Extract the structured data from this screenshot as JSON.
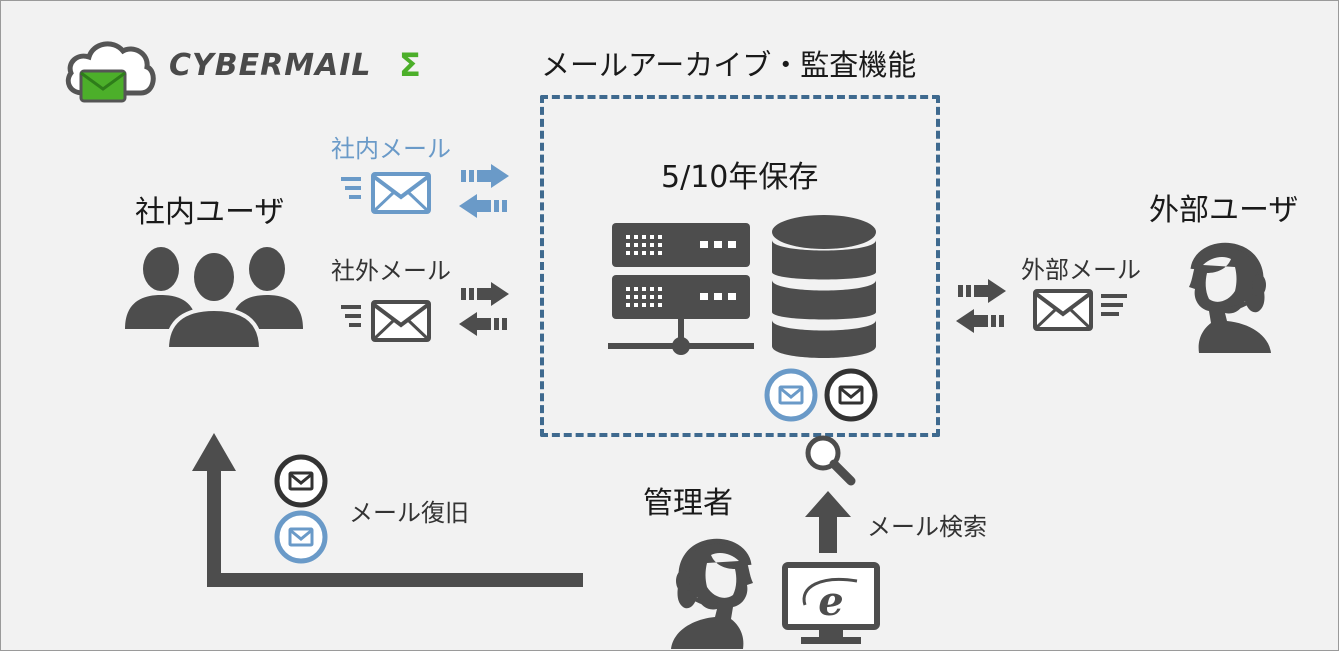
{
  "logo": {
    "text": "CYBERMAIL",
    "sigma": "Σ"
  },
  "archive": {
    "title": "メールアーカイブ・監査機能",
    "retention": "5/10年保存"
  },
  "internal_users": {
    "label": "社内ユーザ"
  },
  "external_users": {
    "label": "外部ユーザ"
  },
  "admin": {
    "label": "管理者"
  },
  "flows": {
    "internal_mail": "社内メール",
    "outbound_mail": "社外メール",
    "external_mail": "外部メール",
    "mail_search": "メール検索",
    "mail_restore": "メール復旧"
  },
  "colors": {
    "dark": "#4d4d4d",
    "blue": "#6a9ac8",
    "dash": "#3f6a8f",
    "green": "#4caf2a"
  }
}
